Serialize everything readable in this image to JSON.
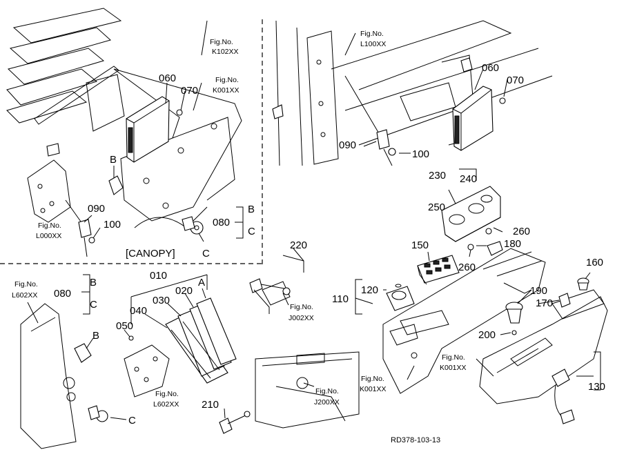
{
  "parts": {
    "p010": "010",
    "p020": "020",
    "p030": "030",
    "p040": "040",
    "p050": "050",
    "p060a": "060",
    "p070a": "070",
    "p060b": "060",
    "p070b": "070",
    "p080a": "080",
    "p080b": "080",
    "p090a": "090",
    "p100a": "100",
    "p090b": "090",
    "p100b": "100",
    "p110": "110",
    "p120": "120",
    "p130": "130",
    "p150": "150",
    "p160": "160",
    "p170": "170",
    "p180": "180",
    "p190": "190",
    "p200": "200",
    "p210": "210",
    "p220": "220",
    "p230": "230",
    "p240": "240",
    "p250": "250",
    "p260a": "260",
    "p260b": "260"
  },
  "letters": {
    "B1": "B",
    "C1": "C",
    "B2": "B",
    "C2": "C",
    "B3": "B",
    "C3": "C",
    "B4": "B",
    "C4": "C",
    "A": "A"
  },
  "figs": {
    "label": "Fig.No.",
    "k102": "K102XX",
    "k001a": "K001XX",
    "l100": "L100XX",
    "l000": "L000XX",
    "l602a": "L602XX",
    "l602b": "L602XX",
    "j002": "J002XX",
    "j200": "J200XX",
    "k001b": "K001XX",
    "k001c": "K001XX"
  },
  "canopy_label": "[CANOPY]",
  "drawing_code": "RD378-103-13"
}
